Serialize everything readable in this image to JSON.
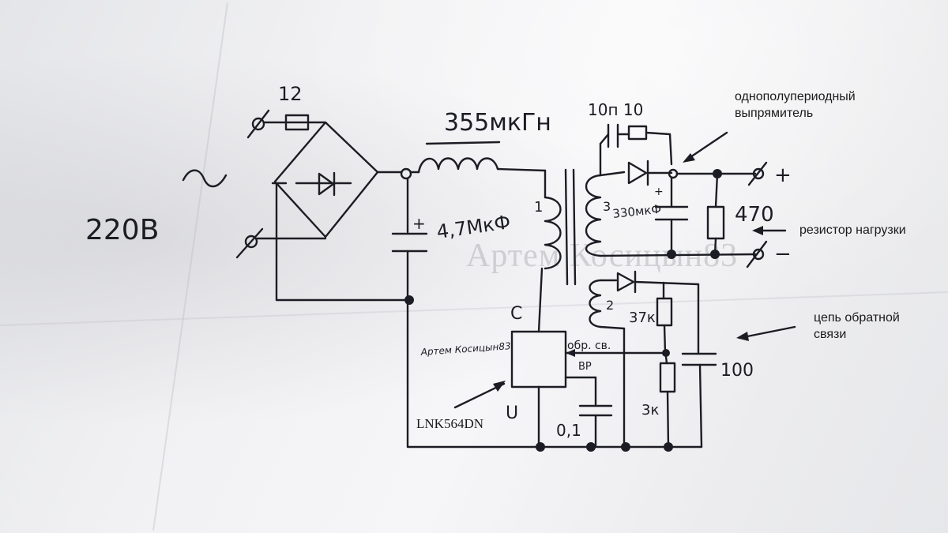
{
  "input": {
    "voltage": "220B",
    "ac_symbol": "~"
  },
  "fuse": {
    "value": "12"
  },
  "inductor": {
    "value": "355мкГн"
  },
  "bulk_capacitor": {
    "value": "4,7МкФ",
    "polarity": "+"
  },
  "transformer": {
    "winding_1": "1",
    "winding_2": "2",
    "winding_3": "3"
  },
  "snubber_capacitor": {
    "value": "10п 10"
  },
  "output_capacitor": {
    "value": "330мкФ",
    "polarity": "+"
  },
  "load_resistor": {
    "value": "470"
  },
  "output_terminals": {
    "plus": "+",
    "minus": "−"
  },
  "feedback": {
    "r_top": "37к",
    "r_bottom": "3к",
    "capacitor": "100"
  },
  "ic": {
    "pin_c": "C",
    "pin_u": "U",
    "pin_fb": "обр. св.",
    "pin_bp": "BP",
    "bp_capacitor": "0,1",
    "inside_label": "Артем Косицын83",
    "part_number": "LNK564DN"
  },
  "annotations": {
    "rectifier": "однополупериодный выпрямитель",
    "load": "резистор нагрузки",
    "feedback": "цепь обратной связи"
  },
  "watermark": "Артем Косицын83",
  "colors": {
    "ink": "#1c1d24",
    "paper": "#f1f1f3"
  }
}
